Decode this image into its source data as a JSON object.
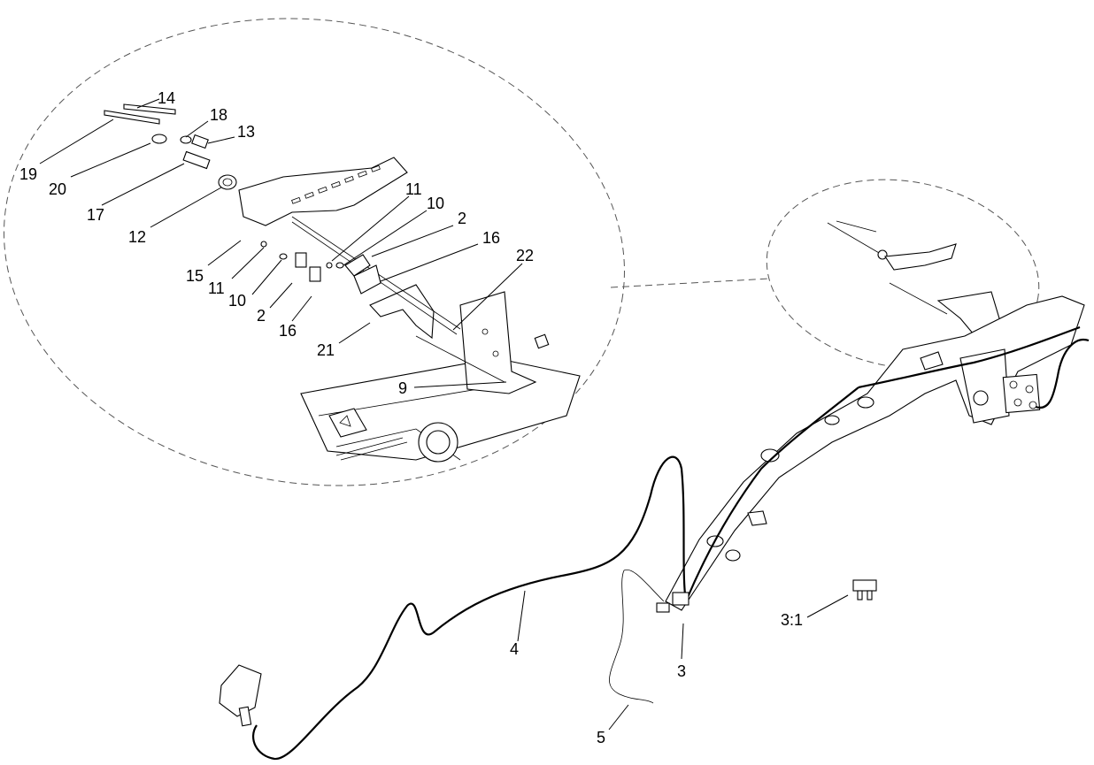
{
  "callouts": [
    {
      "id": "c14",
      "text": "14"
    },
    {
      "id": "c18",
      "text": "18"
    },
    {
      "id": "c13",
      "text": "13"
    },
    {
      "id": "c19",
      "text": "19"
    },
    {
      "id": "c20",
      "text": "20"
    },
    {
      "id": "c17",
      "text": "17"
    },
    {
      "id": "c12",
      "text": "12"
    },
    {
      "id": "c11a",
      "text": "11"
    },
    {
      "id": "c10a",
      "text": "10"
    },
    {
      "id": "c2a",
      "text": "2"
    },
    {
      "id": "c16a",
      "text": "16"
    },
    {
      "id": "c22",
      "text": "22"
    },
    {
      "id": "c15",
      "text": "15"
    },
    {
      "id": "c11b",
      "text": "11"
    },
    {
      "id": "c10b",
      "text": "10"
    },
    {
      "id": "c2b",
      "text": "2"
    },
    {
      "id": "c16b",
      "text": "16"
    },
    {
      "id": "c21",
      "text": "21"
    },
    {
      "id": "c9",
      "text": "9"
    },
    {
      "id": "c4",
      "text": "4"
    },
    {
      "id": "c3",
      "text": "3"
    },
    {
      "id": "c31",
      "text": "3:1"
    },
    {
      "id": "c5",
      "text": "5"
    }
  ]
}
